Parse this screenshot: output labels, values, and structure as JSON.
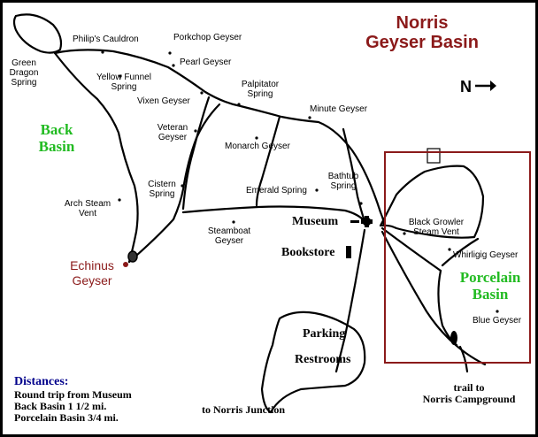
{
  "title": {
    "line1": "Norris",
    "line2": "Geyser Basin"
  },
  "north": {
    "label": "N"
  },
  "areas": {
    "back": {
      "line1": "Back",
      "line2": "Basin"
    },
    "porcelain": {
      "line1": "Porcelain",
      "line2": "Basin"
    }
  },
  "features": {
    "philips": "Philip's Cauldron",
    "porkchop": "Porkchop Geyser",
    "green_dragon": {
      "l1": "Green",
      "l2": "Dragon",
      "l3": "Spring"
    },
    "pearl": "Pearl Geyser",
    "yellow_funnel": {
      "l1": "Yellow Funnel",
      "l2": "Spring"
    },
    "palpitator": {
      "l1": "Palpitator",
      "l2": "Spring"
    },
    "vixen": "Vixen Geyser",
    "minute": "Minute Geyser",
    "veteran": {
      "l1": "Veteran",
      "l2": "Geyser"
    },
    "monarch": "Monarch Geyser",
    "bathtub": {
      "l1": "Bathtub",
      "l2": "Spring"
    },
    "cistern": {
      "l1": "Cistern",
      "l2": "Spring"
    },
    "emerald": "Emerald Spring",
    "arch_steam": {
      "l1": "Arch Steam",
      "l2": "Vent"
    },
    "black_growler": {
      "l1": "Black Growler",
      "l2": "Steam Vent"
    },
    "steamboat": {
      "l1": "Steamboat",
      "l2": "Geyser"
    },
    "whirligig": "Whirligig Geyser",
    "blue": "Blue Geyser",
    "echinus": {
      "l1": "Echinus",
      "l2": "Geyser"
    }
  },
  "facilities": {
    "museum": "Museum",
    "bookstore": "Bookstore",
    "parking": "Parking",
    "restrooms": "Restrooms",
    "norris_junction": "to Norris Junction",
    "trail": {
      "l1": "trail to",
      "l2": "Norris Campground"
    }
  },
  "distances": {
    "heading": "Distances:",
    "l1": "Round trip from Museum",
    "l2": "Back Basin 1 1/2 mi.",
    "l3": "Porcelain Basin 3/4 mi."
  },
  "colors": {
    "title": "#8b1a1a",
    "area_label": "#22bb22",
    "echinus": "#8b1a1a",
    "porcelain_box": "#8b1a1a",
    "distances_heading": "#00008b",
    "frame": "#000000"
  }
}
